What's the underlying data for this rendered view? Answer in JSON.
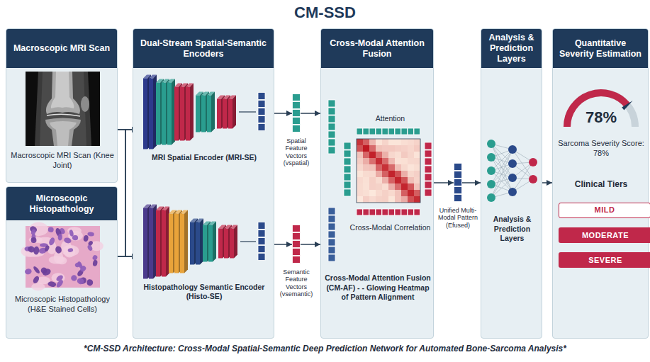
{
  "diagram": {
    "title": "CM-SSD",
    "caption": "*CM-SSD Architecture: Cross-Modal Spatial-Semantic Deep Prediction Network for Automated Bone-Sarcoma Analysis*",
    "nodes": [
      {
        "text": [
          "Macroscopic MRI Scan",
          "Macroscopic MRI Scan (Knee Joint)"
        ]
      },
      {
        "text": [
          "Microscopic Histopathology",
          "Microscopic Histopathology (H&E Stained Cells)"
        ]
      },
      {
        "text": [
          "Dual-Stream Spatial-Semantic Encoders"
        ]
      },
      {
        "text": [
          "MRI Spatial Encoder (MRI-SE)"
        ],
        "in": 2
      },
      {
        "text": [
          "Histopathology Semantic Encoder (Histo-SE)"
        ],
        "in": 2
      },
      {
        "text": [
          "Spatial Feature Vectors (vspatial)"
        ]
      },
      {
        "text": [
          "Semantic Feature Vectors (vsemantic)"
        ]
      },
      {
        "text": [
          "Cross-Modal Attention Fusion",
          "Cross-Modal Attention Fusion (CM-AF) - - Glowing Heatmap of Pattern Alignment"
        ]
      },
      {
        "text": [
          "Unified Multi-Modal Pattern (Efused)"
        ]
      },
      {
        "text": [
          "Analysis & Prediction Layers",
          "Analysis & Prediction Layers"
        ]
      },
      {
        "text": [
          "Quantitative Severity Estimation",
          "78%",
          "Sarcoma Severity Score: 78%",
          "Clinical Tiers"
        ]
      },
      {
        "text": [
          "MILD"
        ],
        "in": 10
      },
      {
        "text": [
          "MODERATE"
        ],
        "in": 10
      },
      {
        "text": [
          "SEVERE"
        ],
        "in": 10
      }
    ],
    "edges": [
      {
        "from": 0,
        "to": 3,
        "arrow": "to"
      },
      {
        "from": 0,
        "to": 4,
        "arrow": "to"
      },
      {
        "from": 1,
        "to": 3,
        "arrow": "to"
      },
      {
        "from": 1,
        "to": 4,
        "arrow": "to"
      },
      {
        "from": 3,
        "to": 5,
        "arrow": "to"
      },
      {
        "from": 4,
        "to": 6,
        "arrow": "to"
      },
      {
        "from": 5,
        "to": 7,
        "arrow": "to"
      },
      {
        "from": 6,
        "to": 7,
        "arrow": "to"
      },
      {
        "from": 7,
        "to": 8,
        "arrow": "to"
      },
      {
        "from": 8,
        "to": 9,
        "arrow": "to"
      },
      {
        "from": 9,
        "to": 10,
        "arrow": "to"
      }
    ],
    "labels": [
      "Attention",
      "Cross-Modal Correlation"
    ]
  }
}
